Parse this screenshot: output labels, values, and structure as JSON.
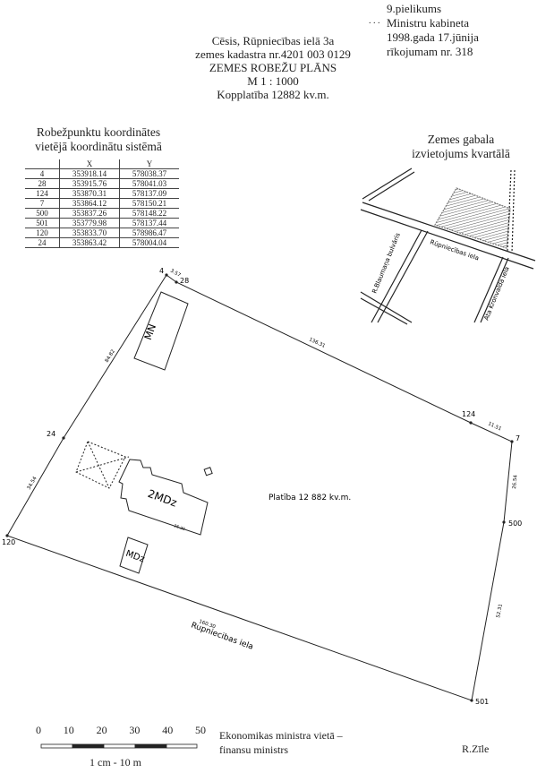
{
  "annex": {
    "line1": "9.pielikums",
    "line2": "Ministru kabineta",
    "line3": "1998.gada   17.jūnija",
    "line4": "rīkojumam nr.  318"
  },
  "header": {
    "address": "Cēsis, Rūpniecības ielā 3a",
    "cadastre": "zemes kadastra nr.4201 003 0129",
    "title": "ZEMES ROBEŽU PLĀNS",
    "scale": "M 1 : 1000",
    "total_area": "Kopplatība 12882 kv.m."
  },
  "coordinates": {
    "title_line1": "Robežpunktu koordinātes",
    "title_line2": "vietējā koordinātu sistēmā",
    "columns": [
      "",
      "X",
      "Y"
    ],
    "rows": [
      [
        "4",
        "353918.14",
        "578038.37"
      ],
      [
        "28",
        "353915.76",
        "578041.03"
      ],
      [
        "124",
        "353870.31",
        "578137.09"
      ],
      [
        "7",
        "353864.12",
        "578150.21"
      ],
      [
        "500",
        "353837.26",
        "578148.22"
      ],
      [
        "501",
        "353779.98",
        "578137.44"
      ],
      [
        "120",
        "353833.70",
        "578986.47"
      ],
      [
        "24",
        "353863.42",
        "578004.04"
      ]
    ]
  },
  "inset": {
    "title_line1": "Zemes gabala",
    "title_line2": "izvietojums kvartālā",
    "street_main": "Rūpniecības iela",
    "street_left": "R.Blaumaņa bulvāris",
    "street_right": "Ata Kronvalda iela"
  },
  "plan": {
    "points": [
      "4",
      "28",
      "124",
      "7",
      "500",
      "501",
      "120",
      "24"
    ],
    "distances": {
      "d4_28": "3.57",
      "d28_124": "136.31",
      "d124_7": "11.51",
      "d7_500": "26.54",
      "d500_501": "52.31",
      "d501_120": "160.30",
      "d120_24": "34.54",
      "d24_4": "84.82"
    },
    "buildings": [
      "MN",
      "2MDz",
      "MDz"
    ],
    "building_dim": "26.30",
    "area_label": "Platība 12 882 kv.m.",
    "street_label": "Rupniecibas iela"
  },
  "scale_bar": {
    "labels": [
      "0",
      "10",
      "20",
      "30",
      "40",
      "50"
    ],
    "unit": "1 cm - 10 m"
  },
  "signer": {
    "line1": "Ekonomikas ministra vietā –",
    "line2": "finansu ministrs",
    "name": "R.Zīle"
  }
}
